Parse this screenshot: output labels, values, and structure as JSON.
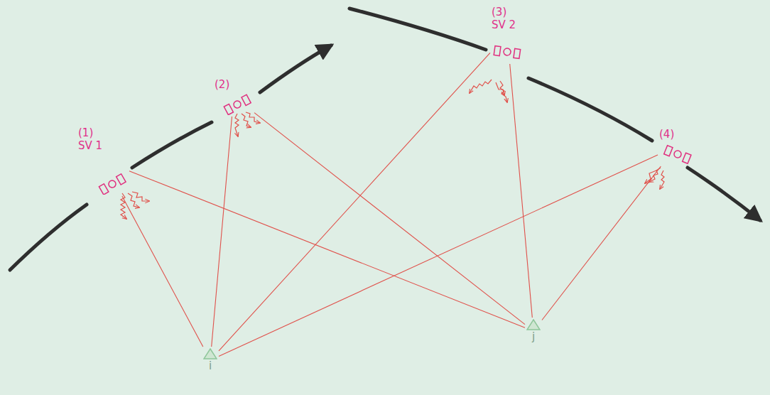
{
  "diagram": {
    "nodes": [
      {
        "text": [
          "(1)",
          "SV 1"
        ]
      },
      {
        "text": [
          "(2)"
        ]
      },
      {
        "text": [
          "(3)",
          "SV 2"
        ]
      },
      {
        "text": [
          "(4)"
        ]
      },
      {
        "text": [
          "i"
        ]
      },
      {
        "text": [
          "j"
        ]
      }
    ],
    "edges": [
      {
        "from": 0,
        "to": 4,
        "arrow": "none"
      },
      {
        "from": 0,
        "to": 5,
        "arrow": "none"
      },
      {
        "from": 1,
        "to": 4,
        "arrow": "none"
      },
      {
        "from": 1,
        "to": 5,
        "arrow": "none"
      },
      {
        "from": 2,
        "to": 4,
        "arrow": "none"
      },
      {
        "from": 2,
        "to": 5,
        "arrow": "none"
      },
      {
        "from": 3,
        "to": 4,
        "arrow": "none"
      },
      {
        "from": 3,
        "to": 5,
        "arrow": "none"
      }
    ]
  }
}
